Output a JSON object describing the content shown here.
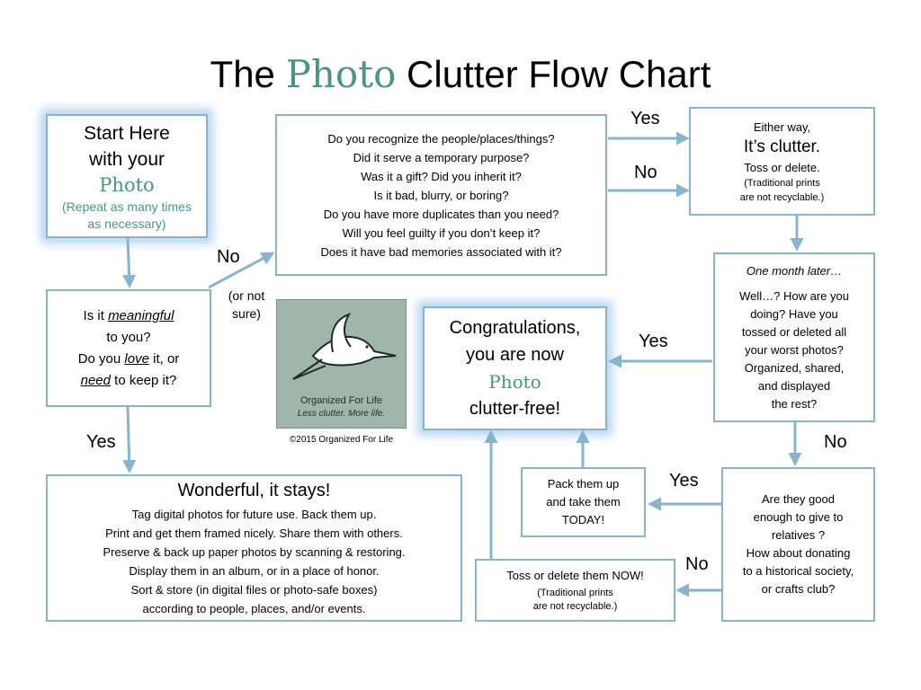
{
  "title": {
    "pre": "The ",
    "accent": "Photo",
    "post": " Clutter Flow Chart"
  },
  "start": {
    "l1": "Start Here",
    "l2": "with your",
    "l3": "Photo",
    "l4": "(Repeat as many times",
    "l5": "as necessary)"
  },
  "questions": {
    "lines": [
      "Do you recognize the people/places/things?",
      "Did it serve a temporary purpose?",
      "Was it a gift? Did you inherit it?",
      "Is it bad, blurry, or boring?",
      "Do you have more duplicates than you need?",
      "Will you feel guilty if you don’t keep it?",
      "Does it have bad memories associated with it?"
    ]
  },
  "clutter": {
    "l1": "Either way,",
    "l2": "It’s clutter.",
    "l3": "Toss or delete.",
    "l4": "(Traditional prints",
    "l5": "are not recyclable.)"
  },
  "meaningful": {
    "a": "Is it ",
    "b": "meaningful",
    "c": "to you?",
    "d": "Do  you ",
    "e": "love",
    "f": " it, or",
    "g": "need",
    "h": " to keep it?"
  },
  "month": {
    "l1": "One month later…",
    "l2": "Well…?  How are you",
    "l3": "doing?  Have you",
    "l4": "tossed or deleted all",
    "l5": "your worst photos?",
    "l6": "Organized, shared,",
    "l7": "and displayed",
    "l8": "the rest?"
  },
  "congrats": {
    "l1": "Congratulations,",
    "l2": "you are now",
    "l3": "Photo",
    "l4": "clutter-free!"
  },
  "stays": {
    "heading": "Wonderful, it stays!",
    "lines": [
      "Tag digital photos for future use. Back them up.",
      "Print and get them framed nicely. Share them with others.",
      "Preserve & back up paper photos by scanning & restoring.",
      "Display them in an album, or in a place of honor.",
      "Sort & store (in digital files or photo-safe boxes)",
      "according to people, places, and/or events."
    ]
  },
  "pack": {
    "l1": "Pack them up",
    "l2": "and take them",
    "l3": "TODAY!"
  },
  "toss": {
    "l1": "Toss or delete them NOW!",
    "l2": "(Traditional prints",
    "l3": "are not recyclable.)"
  },
  "relatives": {
    "l1": "Are they good",
    "l2": "enough to give to",
    "l3": "relatives ?",
    "l4": "How about donating",
    "l5": "to a historical society,",
    "l6": "or crafts club?"
  },
  "labels": {
    "yes": "Yes",
    "no": "No",
    "or_not": "(or not",
    "sure": "sure)"
  },
  "logo": {
    "name": "Organized For Life",
    "tagline": "Less clutter. More life.",
    "copyright": "©2015 Organized For Life"
  },
  "colors": {
    "accent": "#4a938a",
    "border": "#8ab4c9",
    "arrow": "#8ab4c9",
    "logo_bg": "#9fb6ab"
  }
}
